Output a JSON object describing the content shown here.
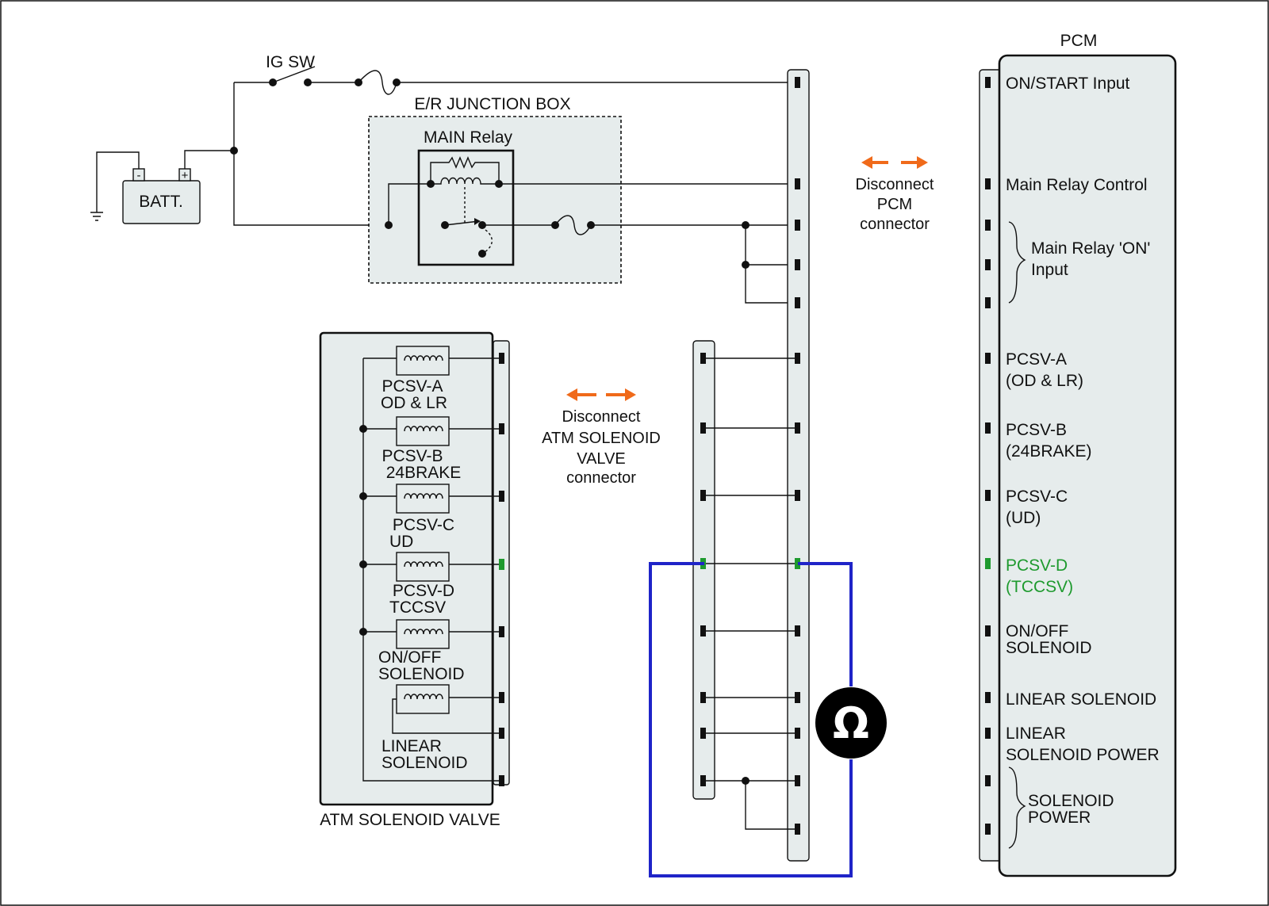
{
  "labels": {
    "ig_sw": "IG SW",
    "batt": "BATT.",
    "junction_box": "E/R JUNCTION BOX",
    "main_relay": "MAIN Relay",
    "pcm": "PCM",
    "atm_valve": "ATM SOLENOID VALVE",
    "disconnect_pcm": [
      "Disconnect",
      "PCM",
      "connector"
    ],
    "disconnect_atm": [
      "Disconnect",
      "ATM SOLENOID",
      "VALVE",
      "connector"
    ],
    "ohm_symbol": "Ω",
    "batt_minus": "-",
    "batt_plus": "+"
  },
  "pcm_pins": {
    "on_start": "ON/START Input",
    "main_relay_control": "Main Relay Control",
    "main_relay_on": [
      "Main Relay 'ON'",
      "Input"
    ],
    "pcsv_a": [
      "PCSV-A",
      "(OD & LR)"
    ],
    "pcsv_b": [
      "PCSV-B",
      "(24BRAKE)"
    ],
    "pcsv_c": [
      "PCSV-C",
      "(UD)"
    ],
    "pcsv_d": [
      "PCSV-D",
      "(TCCSV)"
    ],
    "on_off": [
      "ON/OFF",
      "SOLENOID"
    ],
    "linear": "LINEAR SOLENOID",
    "linear_power": [
      "LINEAR",
      "SOLENOID POWER"
    ],
    "sol_power": [
      "SOLENOID",
      "POWER"
    ]
  },
  "atm_solenoids": {
    "a": [
      "PCSV-A",
      "OD & LR"
    ],
    "b": [
      "PCSV-B",
      "24BRAKE"
    ],
    "c": [
      "PCSV-C",
      "UD"
    ],
    "d": [
      "PCSV-D",
      "TCCSV"
    ],
    "onoff": [
      "ON/OFF",
      "SOLENOID"
    ],
    "linear": [
      "LINEAR",
      "SOLENOID"
    ]
  },
  "colors": {
    "highlight": "#1e9a2e",
    "meter_lead": "#1f24c8",
    "arrow": "#f06a1a"
  }
}
